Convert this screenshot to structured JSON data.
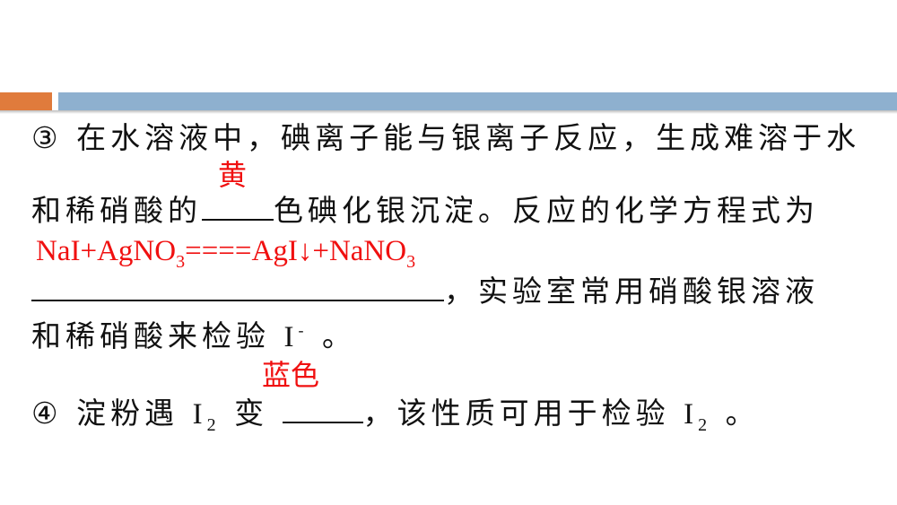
{
  "colors": {
    "accent_orange": "#e07b3c",
    "accent_blue": "#8eb0cf",
    "answer_red": "#f01010"
  },
  "lines": {
    "l1": "③ 在水溶液中，碘离子能与银离子反应，生成难溶于水",
    "l2a": "和稀硝酸的",
    "l2b": "色碘化银沉淀。反应的化学方程式为",
    "l3": "，实验室常用硝酸银溶液",
    "l4a": "和稀硝酸来检验",
    "l4_ion": "I",
    "l4_sup": "-",
    "l4b": "。",
    "l5a": "④ 淀粉遇",
    "l5_i": "I",
    "l5_sub": "2",
    "l5b": "变",
    "l5c": "，该性质可用于检验",
    "l5_i2": "I",
    "l5_sub2": "2",
    "l5d": "。"
  },
  "answers": {
    "color1": "黄",
    "equation": {
      "p1": "NaI+AgNO",
      "s1": "3",
      "p2": "====AgI↓+NaNO",
      "s2": "3"
    },
    "color2": "蓝色"
  }
}
